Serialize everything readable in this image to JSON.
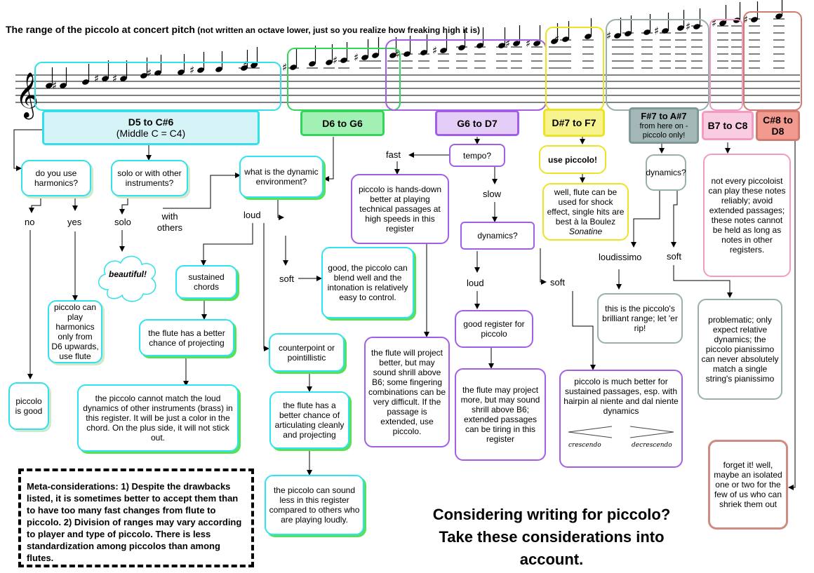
{
  "title": {
    "main": "The range of the piccolo at concert pitch",
    "sub": " (not written an octave lower, just so you realize how freaking high it is)"
  },
  "ranges": [
    {
      "id": "r1",
      "label": "D5 to C#6",
      "sub": "(Middle C = C4)",
      "color": "#33e0ea",
      "fill": "#d6f4f7"
    },
    {
      "id": "r2",
      "label": "D6 to G6",
      "color": "#33d65a",
      "fill": "#a3f0b4"
    },
    {
      "id": "r3",
      "label": "G6 to D7",
      "color": "#a45ee6",
      "fill": "#e4cdf7"
    },
    {
      "id": "r4",
      "label": "D#7 to F7",
      "color": "#ece327",
      "fill": "#f7f38f"
    },
    {
      "id": "r5",
      "label": "F#7 to A#7",
      "sub": "from here on - piccolo only!",
      "color": "#7f9998",
      "fill": "#a3b7b6"
    },
    {
      "id": "r6",
      "label": "B7 to C8",
      "color": "#f29bc3",
      "fill": "#f9cde1"
    },
    {
      "id": "r7",
      "label": "C#8 to D8",
      "color": "#d07a70",
      "fill": "#f29a90"
    }
  ],
  "nodes": {
    "harmonics_q": "do you use harmonics?",
    "no": "no",
    "yes": "yes",
    "piccolo_good": "piccolo is good",
    "harmonics_ans": "piccolo can play harmonics only from D6 upwards, use flute",
    "solo_q": "solo or with other instruments?",
    "solo": "solo",
    "with_others": "with others",
    "beautiful": "beautiful!",
    "dyn_env_q": "what is the dynamic environment?",
    "loud": "loud",
    "soft": "soft",
    "sustained": "sustained chords",
    "flute_projecting": "the flute has a better chance of projecting",
    "cannot_match": "the piccolo cannot match the loud dynamics of other instruments (brass) in this register. It will be just a color in the chord. On the plus side, it will not stick out.",
    "counterpoint": "counterpoint or pointillistic",
    "flute_articulating": "the flute has a better chance of articulating cleanly and projecting",
    "sound_less": "the piccolo can sound less in this register compared to others who are playing loudly.",
    "blend_well": "good, the piccolo can blend well and the intonation is relatively easy to control.",
    "tempo_q": "tempo?",
    "fast": "fast",
    "slow": "slow",
    "hands_down": "piccolo is hands-down better at playing technical passages at high speeds in this register",
    "flute_shrill": "the flute will project better, but may sound shrill above B6; some fingering combinations can be very difficult. If the passage is extended, use piccolo.",
    "dynamics_q": "dynamics?",
    "loud2": "loud",
    "soft2": "soft",
    "good_register": "good register for piccolo",
    "flute_more": "the flute may project more, but may sound shrill above B6; extended passages can be tiring in this register",
    "sustained_better": "piccolo is much better for sustained passages, esp. with hairpin al niente and dal niente dynamics",
    "crescendo": "crescendo",
    "decrescendo": "decrescendo",
    "use_piccolo": "use piccolo!",
    "shock_effect": "well, flute can be used for shock effect, single hits are best à la Boulez",
    "sonatine": "Sonatine",
    "dynamics_q2": "dynamics?",
    "loudissimo": "loudissimo",
    "soft3": "soft",
    "brilliant": "this is the piccolo's brilliant range; let 'er rip!",
    "problematic": "problematic; only expect relative dynamics; the piccolo pianissimo can never absolutely match a single string's pianissimo",
    "not_every": "not every piccoloist can play these notes reliably; avoid extended passages; these notes cannot be held as long as notes in other registers.",
    "forget_it": "forget it! well, maybe an isolated one or two for the few of us who can shriek them out"
  },
  "meta": "Meta-considerations: 1) Despite the drawbacks listed, it is sometimes better to accept them than to have too many fast changes from flute to piccolo. 2) Division of ranges may vary according to player and type of piccolo. There is less standardization among piccolos than among flutes.",
  "cta": {
    "line1": "Considering writing for piccolo?",
    "line2": "Take these considerations into",
    "line3": "account."
  },
  "symbols": {
    "clef": "treble-clef",
    "sharp": "♯",
    "clef_glyph": "𝄞"
  }
}
